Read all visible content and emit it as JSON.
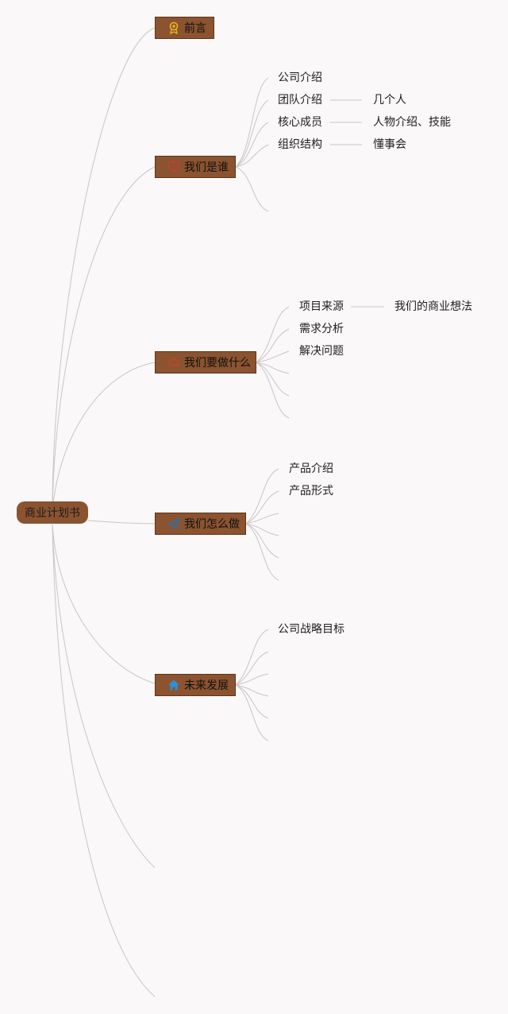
{
  "colors": {
    "node_fill": "#8b5330",
    "line": "#c9c6c4",
    "background": "#faf8f8"
  },
  "root": {
    "label": "商业计划书"
  },
  "branches": [
    {
      "id": "intro",
      "label": "前言",
      "icon": "award-ribbon-icon",
      "icon_color": "#e6b422"
    },
    {
      "id": "who",
      "label": "我们是谁",
      "icon": "heart-icon",
      "icon_color": "#c93a3a",
      "children": [
        {
          "label": "公司介绍"
        },
        {
          "label": "团队介绍",
          "detail": "几个人"
        },
        {
          "label": "核心成员",
          "detail": "人物介绍、技能"
        },
        {
          "label": "组织结构",
          "detail": "懂事会"
        }
      ]
    },
    {
      "id": "what",
      "label": "我们要做什么",
      "icon": "helmet-icon",
      "icon_color": "#b8482f",
      "children": [
        {
          "label": "项目来源",
          "detail": "我们的商业想法"
        },
        {
          "label": "需求分析"
        },
        {
          "label": "解决问题"
        }
      ]
    },
    {
      "id": "how",
      "label": "我们怎么做",
      "icon": "paper-plane-icon",
      "icon_color": "#2f6fa6",
      "children": [
        {
          "label": "产品介绍"
        },
        {
          "label": "产品形式"
        }
      ]
    },
    {
      "id": "future",
      "label": "未来发展",
      "icon": "house-icon",
      "icon_color": "#2e8fd6",
      "children": [
        {
          "label": "公司战略目标"
        }
      ]
    }
  ]
}
